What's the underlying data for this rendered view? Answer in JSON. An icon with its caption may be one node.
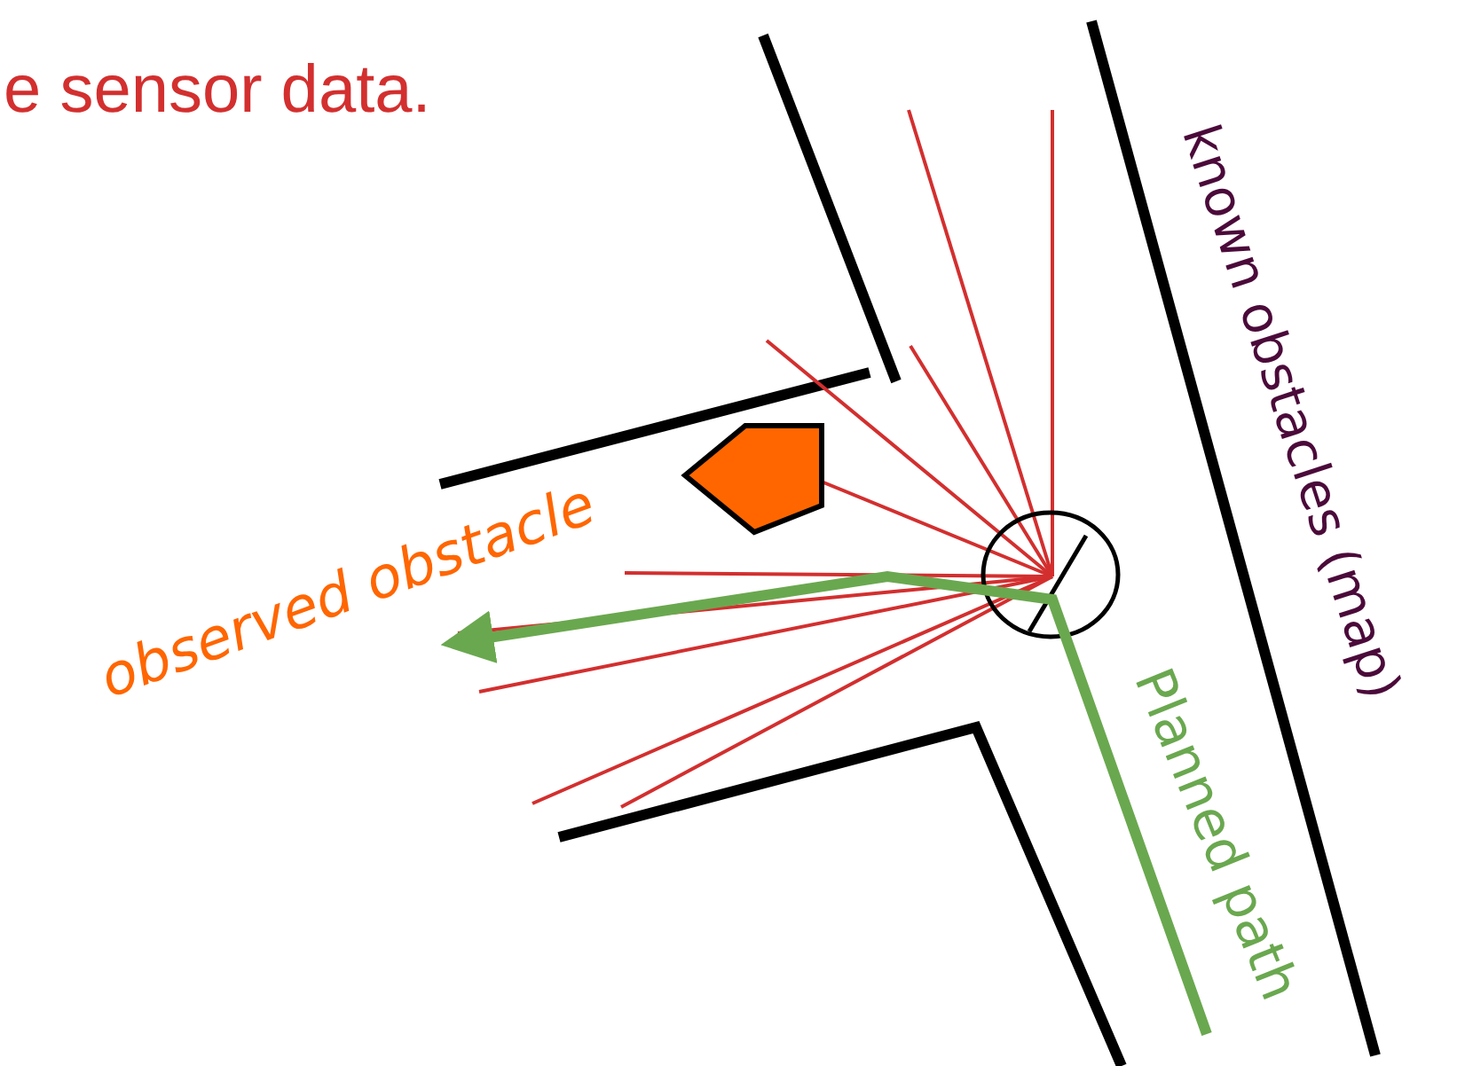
{
  "diagram": {
    "labels": [
      "e sensor data.",
      "observed obstacle",
      "known obstacles (map)",
      "Planned path"
    ]
  }
}
